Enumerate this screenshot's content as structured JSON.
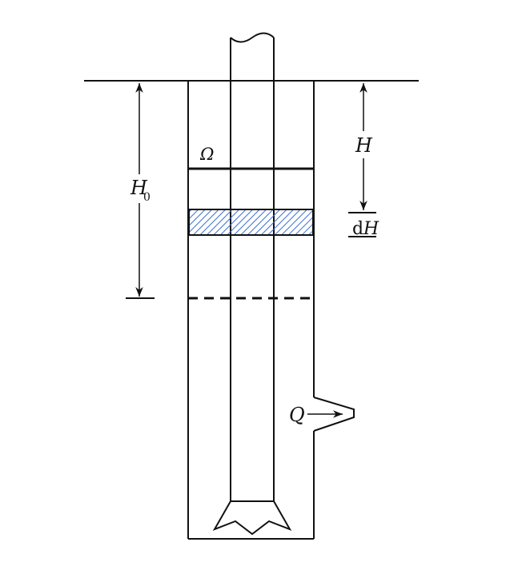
{
  "labels": {
    "omega": "Ω",
    "h0_main": "H",
    "h0_sub": "0",
    "h": "H",
    "dh_prefix": "d",
    "dh_var": "H",
    "q": "Q"
  },
  "colors": {
    "stroke": "#111111",
    "hatch": "#3a6fd6",
    "background": "#ffffff"
  }
}
